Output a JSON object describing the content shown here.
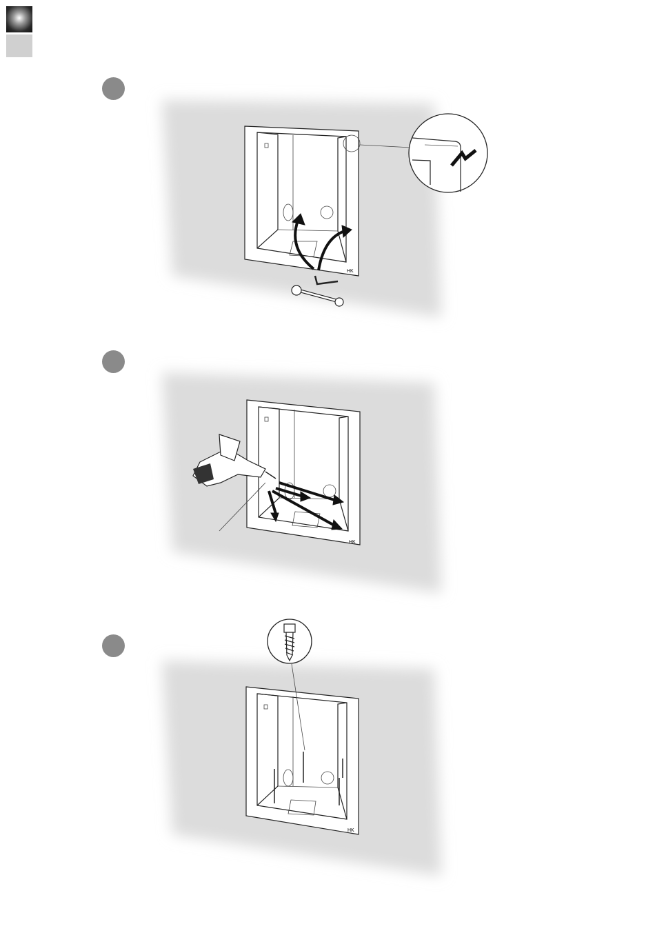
{
  "page": {
    "corner_tab_colors": {
      "dark": "#1a1a1a",
      "light": "#d0d0d0"
    },
    "badge_color": "#8a8a8a"
  },
  "steps": [
    {
      "icons": [
        "flap-frame-illustration",
        "magnify-callout-icon",
        "curved-arrow-icon",
        "hex-key-icon",
        "wrench-icon"
      ]
    },
    {
      "icons": [
        "flap-frame-illustration",
        "drill-icon",
        "straight-arrow-icon"
      ]
    },
    {
      "icons": [
        "flap-frame-illustration",
        "magnify-callout-icon",
        "screw-icon"
      ]
    }
  ],
  "frame_mark": "HK"
}
